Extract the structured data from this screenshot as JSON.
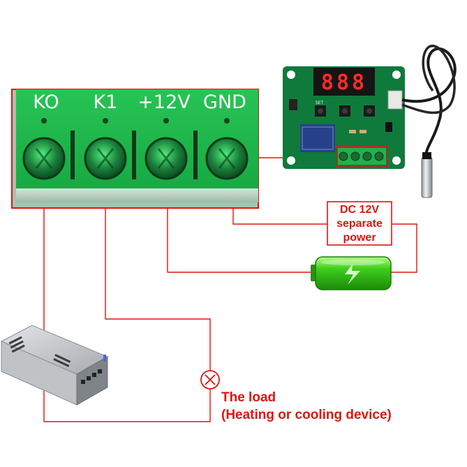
{
  "terminals": {
    "labels": [
      "KO",
      "K1",
      "+12V",
      "GND"
    ]
  },
  "board": {
    "display_digits": "888",
    "set_label": "SET"
  },
  "power_box": {
    "lines": [
      "DC 12V",
      "separate",
      "power"
    ]
  },
  "load": {
    "line1": "The load",
    "line2": "(Heating or cooling device)"
  },
  "colors": {
    "wire": "#e0150f",
    "terminal_green": "#1fb84a",
    "pcb_green": "#0f7a3c",
    "battery_green": "#35c21a",
    "text_red": "#e0150f"
  },
  "icons": {
    "load_symbol": "x-circle-icon",
    "battery": "battery-icon",
    "power_supply": "power-supply-icon",
    "temperature_probe": "temperature-probe-icon"
  }
}
